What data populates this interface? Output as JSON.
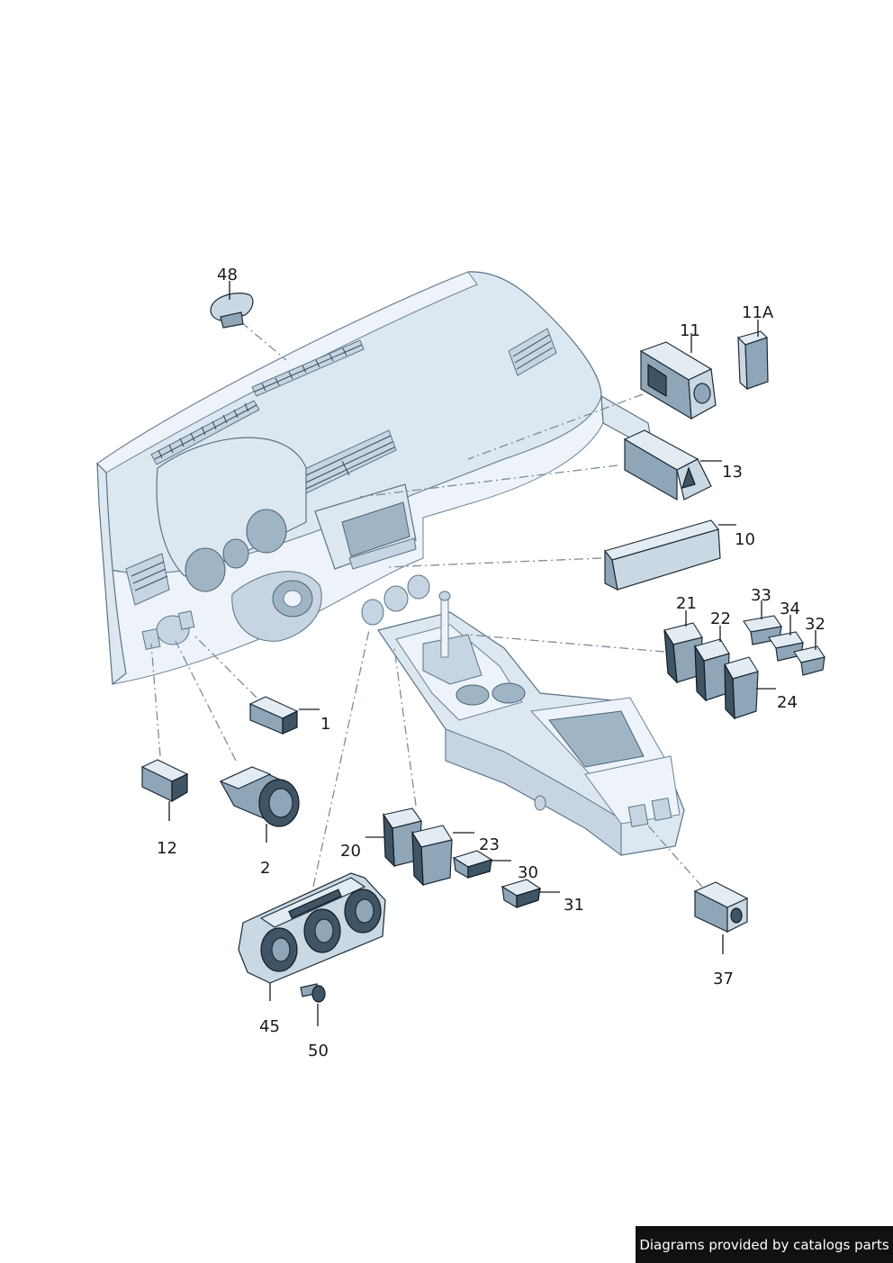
{
  "callouts": [
    "48",
    "11",
    "11A",
    "13",
    "10",
    "21",
    "22",
    "33",
    "34",
    "32",
    "24",
    "1",
    "12",
    "2",
    "20",
    "23",
    "30",
    "31",
    "37",
    "45",
    "50"
  ],
  "footer": {
    "text": "Diagrams provided by catalogs parts"
  },
  "colors": {
    "dashboard_fill": "#dde7ef",
    "part_dark": "#3f5566",
    "part_light": "#c9d8e3",
    "leader": "#1a1a1a",
    "footer_bg": "#111111"
  }
}
